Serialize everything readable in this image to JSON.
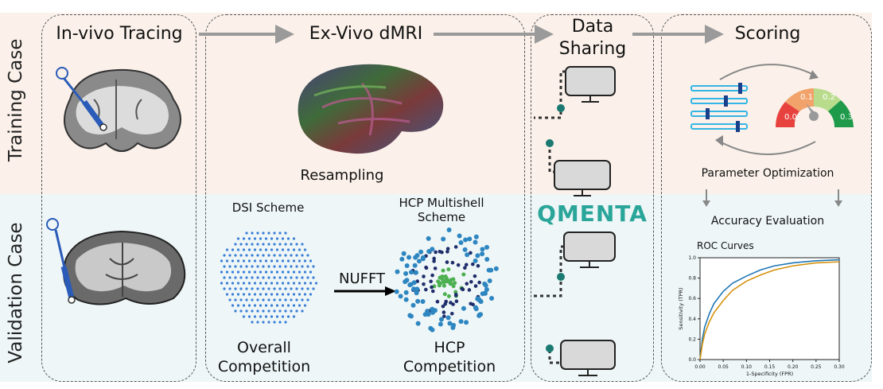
{
  "row_labels": {
    "training": "Training Case",
    "validation": "Validation Case"
  },
  "stages": {
    "invivo": "In-vivo Tracing",
    "exvivo": "Ex-Vivo dMRI",
    "sharing": "Data Sharing",
    "scoring": "Scoring"
  },
  "exvivo": {
    "resampling": "Resampling",
    "dsi_scheme": "DSI Scheme",
    "hcp_scheme": "HCP Multishell Scheme",
    "nufft": "NUFFT",
    "overall_competition": "Overall Competition",
    "hcp_competition": "HCP Competition"
  },
  "sharing": {
    "brand": "QMENTA"
  },
  "scoring": {
    "gauge_values": [
      "0.0",
      "0.1",
      "0.2",
      "0.3"
    ],
    "parameter_optimization": "Parameter Optimization",
    "accuracy_evaluation": "Accuracy Evaluation"
  },
  "colors": {
    "arrow": "#9a9a9a",
    "dot_green": "#1a7a72",
    "gauge": [
      "#e8423f",
      "#f2a36b",
      "#b9dc8c",
      "#1f9a4a"
    ],
    "roc_blue": "#1f77b4",
    "roc_orange": "#d4920c",
    "qmenta": "#2aa59a"
  },
  "chart_data": {
    "type": "line",
    "title": "ROC Curves",
    "xlabel": "1-Specificity (FPR)",
    "ylabel": "Sensitivity (TPR)",
    "xlim": [
      0,
      0.3
    ],
    "ylim": [
      0,
      1.0
    ],
    "xticks": [
      "0.00",
      "0.05",
      "0.10",
      "0.15",
      "0.20",
      "0.25",
      "0.30"
    ],
    "yticks": [
      "0.0",
      "0.2",
      "0.4",
      "0.6",
      "0.8",
      "1.0"
    ],
    "series": [
      {
        "color": "#1f77b4",
        "x": [
          0,
          0.005,
          0.01,
          0.02,
          0.03,
          0.05,
          0.07,
          0.1,
          0.13,
          0.16,
          0.2,
          0.25,
          0.3
        ],
        "y": [
          0,
          0.2,
          0.32,
          0.45,
          0.55,
          0.67,
          0.75,
          0.82,
          0.88,
          0.92,
          0.95,
          0.97,
          0.98
        ]
      },
      {
        "color": "#d4920c",
        "x": [
          0,
          0.005,
          0.01,
          0.02,
          0.03,
          0.05,
          0.07,
          0.1,
          0.13,
          0.16,
          0.2,
          0.25,
          0.3
        ],
        "y": [
          0,
          0.15,
          0.25,
          0.37,
          0.46,
          0.58,
          0.68,
          0.77,
          0.83,
          0.88,
          0.92,
          0.95,
          0.96
        ]
      }
    ]
  }
}
